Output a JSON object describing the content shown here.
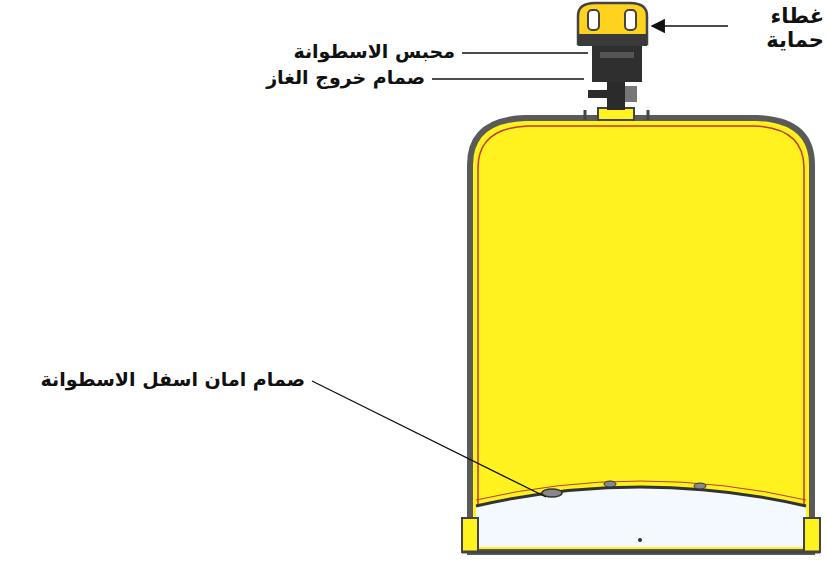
{
  "diagram": {
    "labels": [
      "غطاء حماية",
      "محبس الاسطوانة",
      "صمام خروج الغاز",
      "صمام امان اسفل الاسطوانة"
    ]
  }
}
